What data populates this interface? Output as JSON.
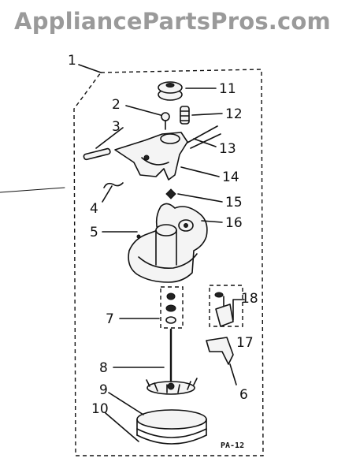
{
  "watermark": "AppliancePartsPros.com",
  "diagram_code": "PA-12",
  "callouts": [
    "1",
    "2",
    "3",
    "4",
    "5",
    "6",
    "7",
    "8",
    "9",
    "10",
    "11",
    "12",
    "13",
    "14",
    "15",
    "16",
    "17",
    "18"
  ],
  "colors": {
    "ink": "#111111",
    "watermark": "#9a9a9a",
    "background": "#ffffff"
  }
}
